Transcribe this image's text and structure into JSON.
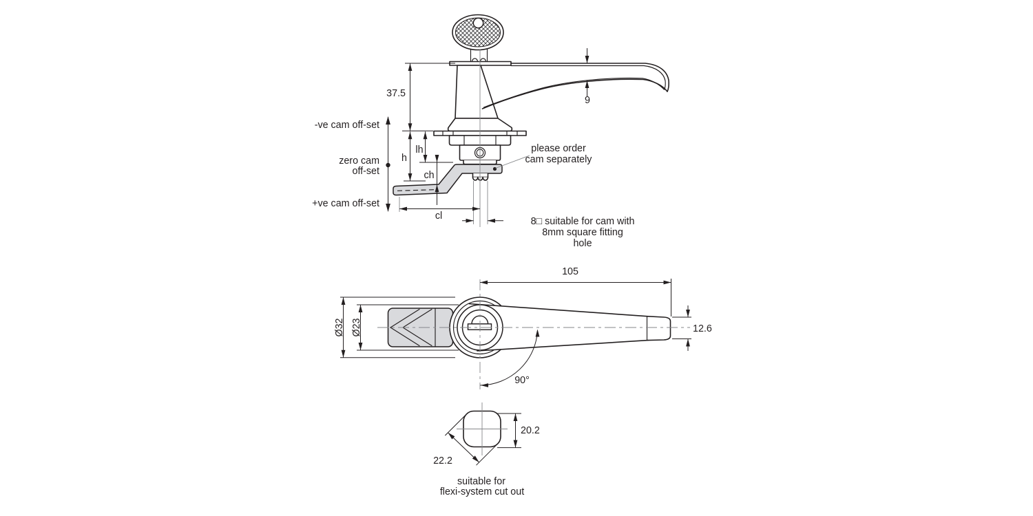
{
  "colors": {
    "line": "#231f20",
    "gray_fill": "#d9dadd",
    "centerline": "#85878a",
    "background": "#ffffff"
  },
  "side_view": {
    "dims": {
      "height": "37.5",
      "thickness": "9",
      "h": "h",
      "lh": "lh",
      "ch": "ch",
      "cl": "cl"
    },
    "offsets": {
      "negative": "-ve cam off-set",
      "zero_line1": "zero cam",
      "zero_line2": "off-set",
      "positive": "+ve cam off-set"
    },
    "cam_note": {
      "line1": "please order",
      "line2": "cam separately"
    },
    "square_note": {
      "line1": "8□ suitable for cam with",
      "line2": "8mm square fitting",
      "line3": "hole"
    }
  },
  "plan_view": {
    "dims": {
      "length": "105",
      "flange_dia": "Ø32",
      "bezel_dia": "Ø23",
      "tip_width": "12.6",
      "rotation": "90°"
    }
  },
  "cutout_view": {
    "dims": {
      "height": "20.2",
      "diagonal": "22.2"
    },
    "caption": {
      "line1": "suitable for",
      "line2": "flexi-system cut out"
    }
  }
}
